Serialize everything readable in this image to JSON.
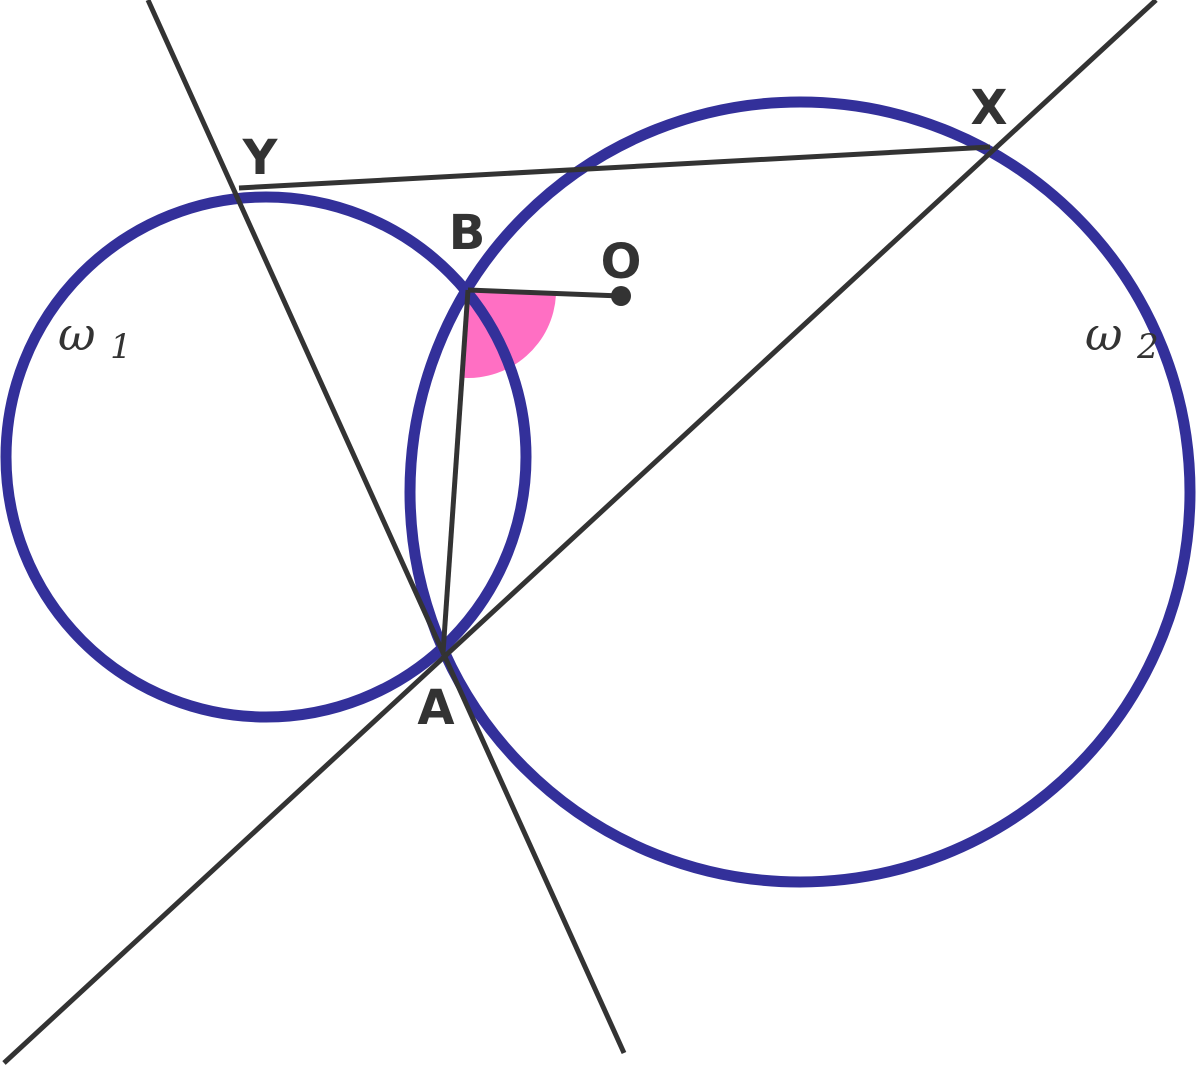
{
  "colors": {
    "circle": "#33309a",
    "line": "#333333",
    "angle_fill": "#ff6fc3",
    "point": "#333333",
    "label": "#333333"
  },
  "points": {
    "A": "A",
    "B": "B",
    "O": "O",
    "X": "X",
    "Y": "Y"
  },
  "circles": {
    "omega1": {
      "symbol": "ω",
      "subscript": "1"
    },
    "omega2": {
      "symbol": "ω",
      "subscript": "2"
    }
  }
}
